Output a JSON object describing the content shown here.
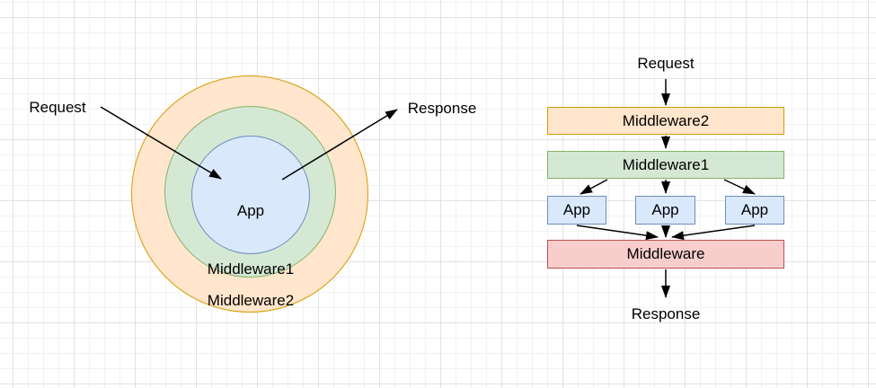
{
  "canvas": {
    "background": "#ffffff",
    "grid_minor_color": "#f2f2f2",
    "grid_major_color": "#e2e2e2",
    "arrow_color": "#000000"
  },
  "left_diagram": {
    "request_label": "Request",
    "response_label": "Response",
    "rings": [
      {
        "id": "middleware2-ring",
        "label": "Middleware2",
        "fill": "#ffe6cc",
        "stroke": "#d79b00"
      },
      {
        "id": "middleware1-ring",
        "label": "Middleware1",
        "fill": "#d5e8d4",
        "stroke": "#82b366"
      },
      {
        "id": "app-circle",
        "label": "App",
        "fill": "#dae8fc",
        "stroke": "#6c8ebf"
      }
    ]
  },
  "right_diagram": {
    "request_label": "Request",
    "response_label": "Response",
    "boxes": [
      {
        "id": "middleware2",
        "label": "Middleware2",
        "fill": "#ffe6cc",
        "stroke": "#d79b00"
      },
      {
        "id": "middleware1",
        "label": "Middleware1",
        "fill": "#d5e8d4",
        "stroke": "#82b366"
      },
      {
        "id": "app-1",
        "label": "App",
        "fill": "#dae8fc",
        "stroke": "#6c8ebf"
      },
      {
        "id": "app-2",
        "label": "App",
        "fill": "#dae8fc",
        "stroke": "#6c8ebf"
      },
      {
        "id": "app-3",
        "label": "App",
        "fill": "#dae8fc",
        "stroke": "#6c8ebf"
      },
      {
        "id": "middleware",
        "label": "Middleware",
        "fill": "#f8cecc",
        "stroke": "#b85450"
      }
    ]
  }
}
